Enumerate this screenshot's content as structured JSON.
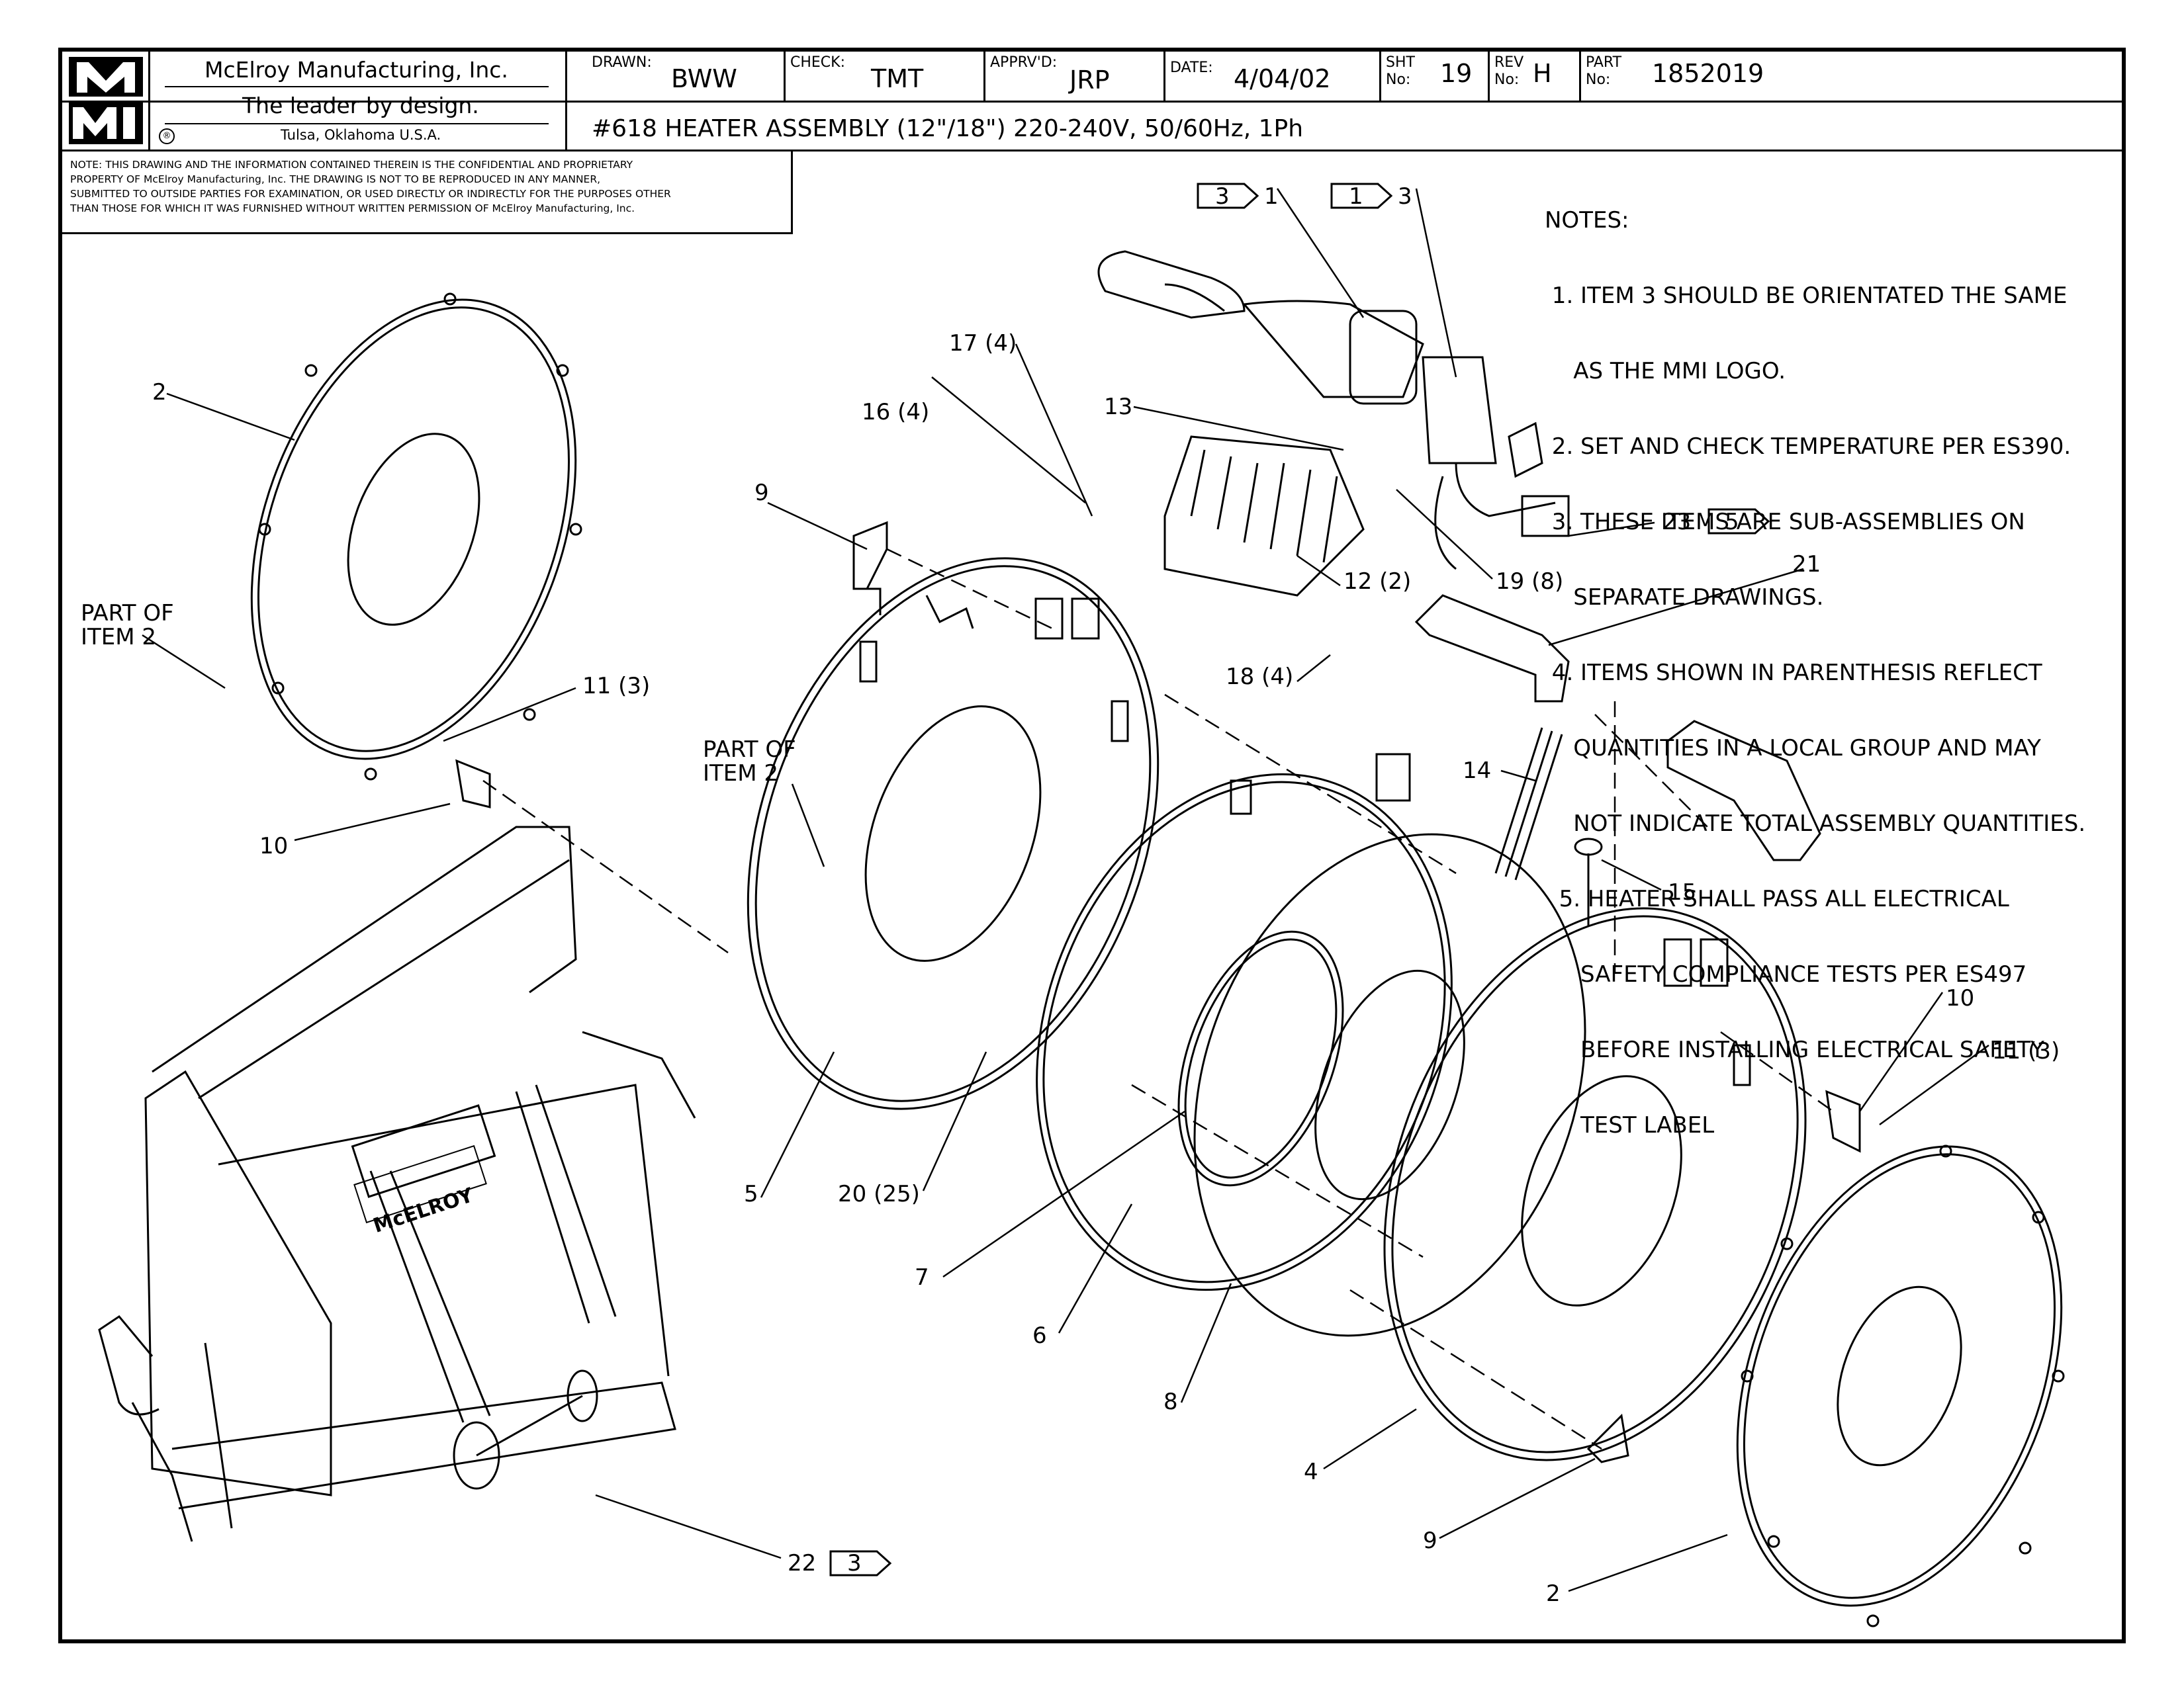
{
  "title_block": {
    "company": "McElroy Manufacturing, Inc.",
    "tagline": "The leader by design.",
    "location": "Tulsa, Oklahoma U.S.A.",
    "logo_text": "MMI",
    "drawn_label": "DRAWN:",
    "drawn_value": "BWW",
    "check_label": "CHECK:",
    "check_value": "TMT",
    "apprvd_label": "APPRV'D:",
    "apprvd_value": "JRP",
    "date_label": "DATE:",
    "date_value": "4/04/02",
    "sht_label_1": "SHT",
    "sht_label_2": "No:",
    "sht_value": "19",
    "rev_label_1": "REV",
    "rev_label_2": "No:",
    "rev_value": "H",
    "part_label_1": "PART",
    "part_label_2": "No:",
    "part_value": "1852019",
    "title": "#618 HEATER ASSEMBLY (12\"/18\") 220-240V, 50/60Hz, 1Ph"
  },
  "confidential_note": [
    "NOTE: THIS DRAWING AND THE INFORMATION CONTAINED THEREIN IS THE CONFIDENTIAL AND PROPRIETARY",
    "PROPERTY OF McElroy Manufacturing, Inc. THE DRAWING IS NOT TO BE REPRODUCED IN ANY MANNER,",
    "SUBMITTED TO OUTSIDE PARTIES FOR EXAMINATION, OR USED DIRECTLY OR INDIRECTLY FOR THE PURPOSES OTHER",
    "THAN THOSE FOR WHICH IT WAS FURNISHED WITHOUT WRITTEN PERMISSION OF McElroy Manufacturing, Inc."
  ],
  "notes": {
    "heading": "NOTES:",
    "lines": [
      " 1. ITEM 3 SHOULD BE ORIENTATED THE SAME",
      "    AS THE MMI LOGO.",
      " 2. SET AND CHECK TEMPERATURE PER ES390.",
      " 3. THESE ITEMS ARE SUB-ASSEMBLIES ON",
      "    SEPARATE DRAWINGS.",
      " 4. ITEMS SHOWN IN PARENTHESIS REFLECT",
      "    QUANTITIES IN A LOCAL GROUP AND MAY",
      "    NOT INDICATE TOTAL ASSEMBLY QUANTITIES.",
      "  5. HEATER SHALL PASS ALL ELECTRICAL",
      "     SAFETY COMPLIANCE TESTS PER ES497",
      "     BEFORE INSTALLING ELECTRICAL SAFETY",
      "     TEST LABEL"
    ]
  },
  "callouts": {
    "c1": "1",
    "c1_flag": "3",
    "c3": "3",
    "c3_flag": "1",
    "c2a": "2",
    "part_of_item2_a_1": "PART OF",
    "part_of_item2_a_2": "ITEM 2",
    "c11a": "11 (3)",
    "c10a": "10",
    "c9a": "9",
    "c16": "16 (4)",
    "c17": "17 (4)",
    "c13": "13",
    "part_of_item2_b_1": "PART OF",
    "part_of_item2_b_2": "ITEM 2",
    "c12": "12 (2)",
    "c19": "19 (8)",
    "c23": "23",
    "c23_flag": "5",
    "c21": "21",
    "c18": "18 (4)",
    "c14": "14",
    "c15": "15",
    "c5": "5",
    "c20": "20 (25)",
    "c7": "7",
    "c6": "6",
    "c8": "8",
    "c4": "4",
    "c10b": "10",
    "c11b": "11 (3)",
    "c9b": "9",
    "c2b": "2",
    "c22": "22",
    "c22_flag": "3"
  },
  "stamp_text": "McELROY"
}
